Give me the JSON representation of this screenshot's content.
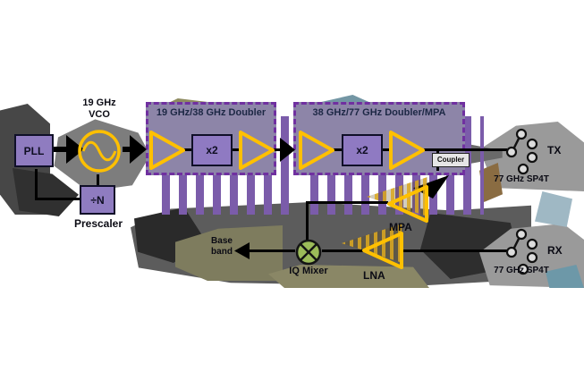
{
  "blocks": {
    "pll_label": "PLL",
    "vco_label_line1": "19 GHz",
    "vco_label_line2": "VCO",
    "divider_label": "÷N",
    "prescaler_caption": "Prescaler",
    "doubler1_title": "19 GHz/38 GHz Doubler",
    "doubler1_multiplier": "x2",
    "doubler2_title": "38 GHz/77 GHz Doubler/MPA",
    "doubler2_multiplier": "x2",
    "coupler_label": "Coupler",
    "mpa_label": "MPA",
    "lna_label": "LNA",
    "mixer_label": "IQ Mixer",
    "baseband_label": "Base band",
    "tx_port_label": "TX",
    "tx_switch_label": "77 GHz SP4T",
    "rx_port_label": "RX",
    "rx_switch_label": "77 GHz SP4T"
  },
  "colors": {
    "amplifier_gold": "#FFC000",
    "block_purple": "#8F7CC0",
    "doubler_fill": "#8D85A8",
    "doubler_border": "#7030A0",
    "mixer_green": "#9BBB59",
    "line_black": "#000000"
  }
}
